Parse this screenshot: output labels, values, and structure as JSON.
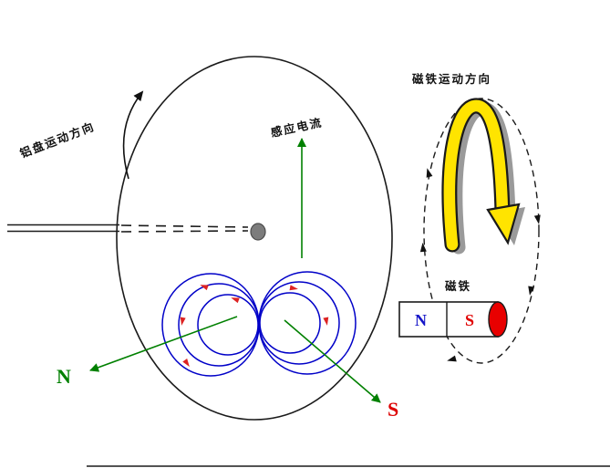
{
  "diagram": {
    "labels": {
      "disk_motion": "铝盘运动方向",
      "induced_current": "感应电流",
      "n_pole": "N",
      "s_pole": "S",
      "magnet_motion": "磁铁运动方向",
      "magnet": "磁铁",
      "magnet_n": "N",
      "magnet_s": "S"
    },
    "colors": {
      "field_line_blue": "#0000c8",
      "induced_current_green": "#008000",
      "n_pole_green": "#008000",
      "s_pole_red": "#dd0000",
      "magnet_n_blue": "#1515c8",
      "magnet_s_red": "#e00000",
      "magnet_cap_red": "#e80000",
      "motion_arrow_yellow": "#ffe400",
      "motion_arrow_shadow_gray": "#999999",
      "flow_mark_red": "#dd2222"
    }
  }
}
